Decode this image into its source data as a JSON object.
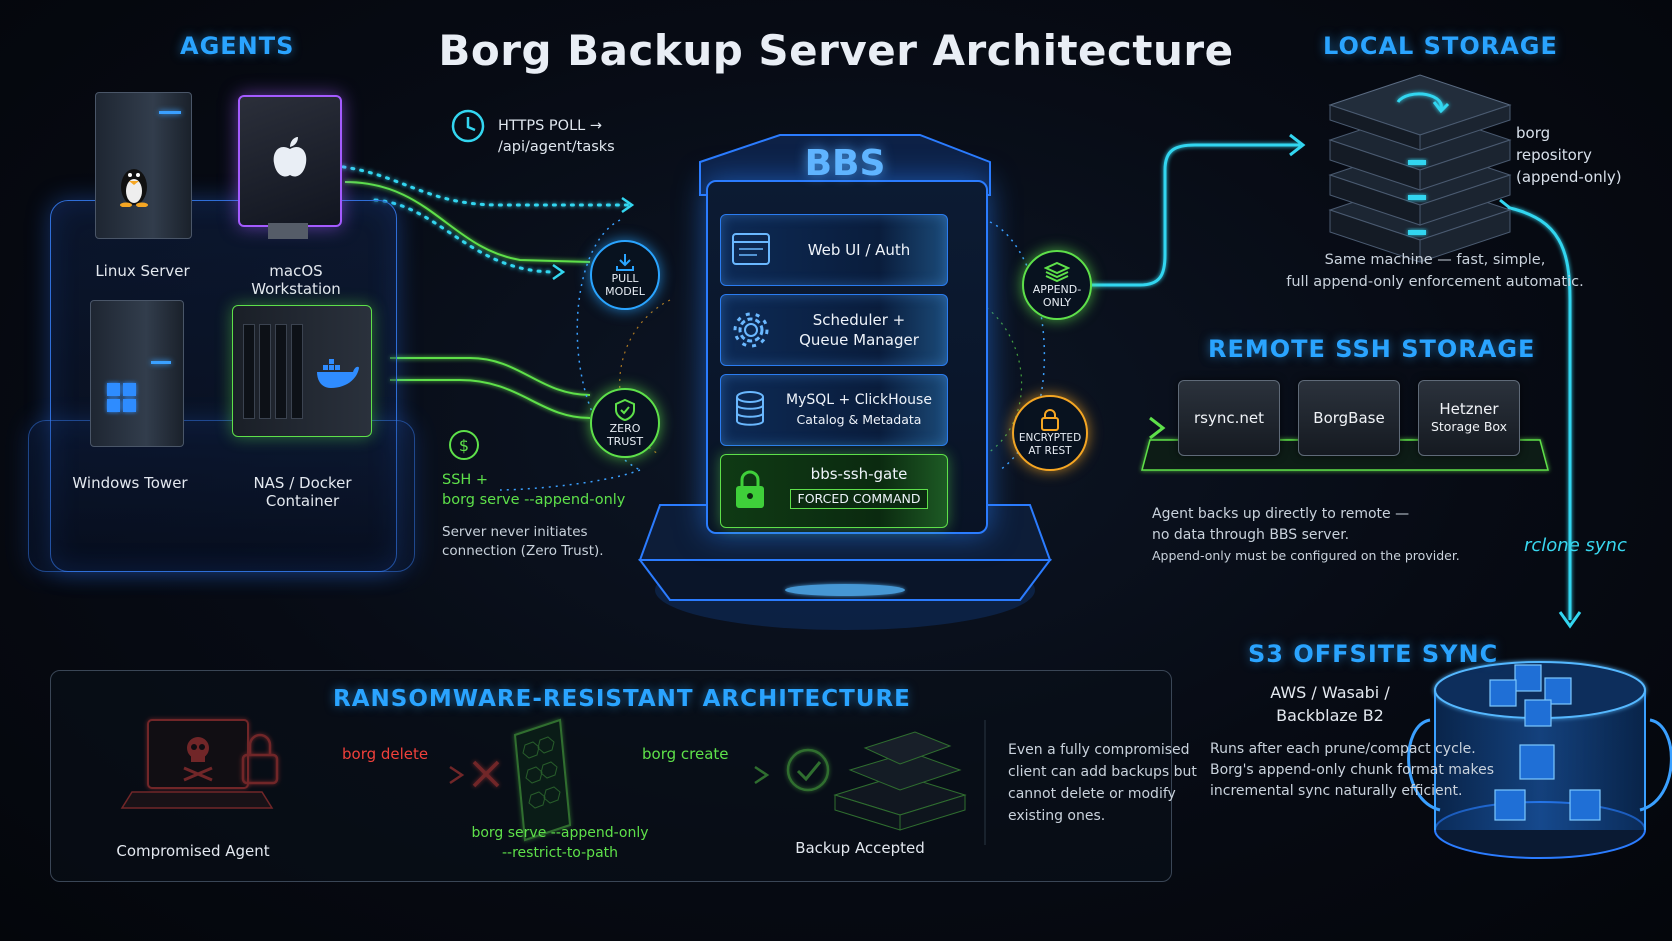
{
  "title": "Borg Backup Server Architecture",
  "sections": {
    "agents": "AGENTS",
    "local_storage": "LOCAL STORAGE",
    "remote_ssh": "REMOTE SSH STORAGE",
    "s3": "S3 OFFSITE SYNC",
    "ransomware": "RANSOMWARE-RESISTANT ARCHITECTURE"
  },
  "agents": {
    "linux": "Linux Server",
    "macos": "macOS Workstation",
    "windows": "Windows Tower",
    "nas": "NAS / Docker Container"
  },
  "connections": {
    "https_line1": "HTTPS POLL →",
    "https_line2": "/api/agent/tasks",
    "ssh_line1": "SSH +",
    "ssh_line2": "borg serve --append-only",
    "server_note1": "Server never initiates",
    "server_note2": "connection (Zero Trust)."
  },
  "badges": {
    "pull_model_1": "PULL",
    "pull_model_2": "MODEL",
    "zero_trust_1": "ZERO",
    "zero_trust_2": "TRUST",
    "append_only_1": "APPEND-",
    "append_only_2": "ONLY",
    "encrypted_1": "ENCRYPTED",
    "encrypted_2": "AT REST"
  },
  "bbs": {
    "logo": "BBS",
    "layer1": "Web UI / Auth",
    "layer2_line1": "Scheduler +",
    "layer2_line2": "Queue Manager",
    "layer3_line1": "MySQL + ClickHouse",
    "layer3_line2": "Catalog & Metadata",
    "layer4": "bbs-ssh-gate",
    "layer4_tag": "FORCED COMMAND"
  },
  "local": {
    "repo_line1": "borg",
    "repo_line2": "repository",
    "repo_line3": "(append-only)",
    "desc_line1": "Same machine — fast, simple,",
    "desc_line2": "full append-only enforcement automatic."
  },
  "remote": {
    "box1": "rsync.net",
    "box2": "BorgBase",
    "box3_line1": "Hetzner",
    "box3_line2": "Storage Box",
    "desc_line1": "Agent backs up directly to remote —",
    "desc_line2": "no data through BBS server.",
    "desc_line3": "Append-only must be configured on the provider."
  },
  "rclone": "rclone sync",
  "s3": {
    "providers_line1": "AWS / Wasabi /",
    "providers_line2": "Backblaze B2",
    "desc_line1": "Runs after each prune/compact cycle.",
    "desc_line2": "Borg's append-only chunk format makes",
    "desc_line3": "incremental sync naturally efficient."
  },
  "ransomware": {
    "compromised": "Compromised Agent",
    "borg_delete": "borg delete",
    "borg_create": "borg create",
    "serve_line1": "borg serve --append-only",
    "serve_line2": "--restrict-to-path",
    "accepted": "Backup Accepted",
    "note_line1": "Even a fully compromised",
    "note_line2": "client can add backups but",
    "note_line3": "cannot delete or modify",
    "note_line4": "existing ones."
  },
  "colors": {
    "accent_blue": "#2aa4ff",
    "green": "#5ee04a",
    "cyan": "#39d7ef",
    "red": "#f0403a",
    "orange": "#f5a623"
  },
  "icons": [
    "linux-penguin-icon",
    "apple-icon",
    "windows-icon",
    "docker-icon",
    "clock-icon",
    "dollar-icon",
    "download-icon",
    "shield-check-icon",
    "layers-icon",
    "padlock-icon",
    "browser-window-icon",
    "gear-icon",
    "database-icon",
    "skull-icon",
    "x-mark-icon",
    "checkmark-icon",
    "sync-icon",
    "cube-icon"
  ]
}
